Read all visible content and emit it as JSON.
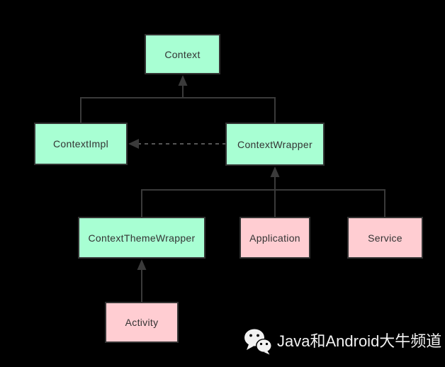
{
  "colors": {
    "background": "#000000",
    "node_green_fill": "#a8ffd3",
    "node_pink_fill": "#ffcdd2",
    "node_border": "#333333",
    "node_text": "#333333",
    "solid_line": "#3a3a3a",
    "dashed_line": "#555555",
    "watermark": "#f2f2f2"
  },
  "diagram": {
    "nodes": [
      {
        "id": "context",
        "label": "Context",
        "style": "green"
      },
      {
        "id": "contextimpl",
        "label": "ContextImpl",
        "style": "green"
      },
      {
        "id": "contextwrapper",
        "label": "ContextWrapper",
        "style": "green"
      },
      {
        "id": "contextthemewrapper",
        "label": "ContextThemeWrapper",
        "style": "green"
      },
      {
        "id": "application",
        "label": "Application",
        "style": "pink"
      },
      {
        "id": "service",
        "label": "Service",
        "style": "pink"
      },
      {
        "id": "activity",
        "label": "Activity",
        "style": "pink"
      }
    ],
    "edges": [
      {
        "from": "ContextImpl",
        "to": "Context",
        "type": "inheritance-arrow"
      },
      {
        "from": "ContextWrapper",
        "to": "Context",
        "type": "inheritance-arrow"
      },
      {
        "from": "ContextWrapper",
        "to": "ContextImpl",
        "type": "dashed-dependency-arrow"
      },
      {
        "from": "ContextThemeWrapper",
        "to": "ContextWrapper",
        "type": "inheritance-arrow"
      },
      {
        "from": "Application",
        "to": "ContextWrapper",
        "type": "inheritance-arrow"
      },
      {
        "from": "Service",
        "to": "ContextWrapper",
        "type": "inheritance-arrow"
      },
      {
        "from": "Activity",
        "to": "ContextThemeWrapper",
        "type": "inheritance-arrow"
      }
    ]
  },
  "watermark": {
    "icon": "wechat-icon",
    "label": "Java和Android大牛频道"
  }
}
